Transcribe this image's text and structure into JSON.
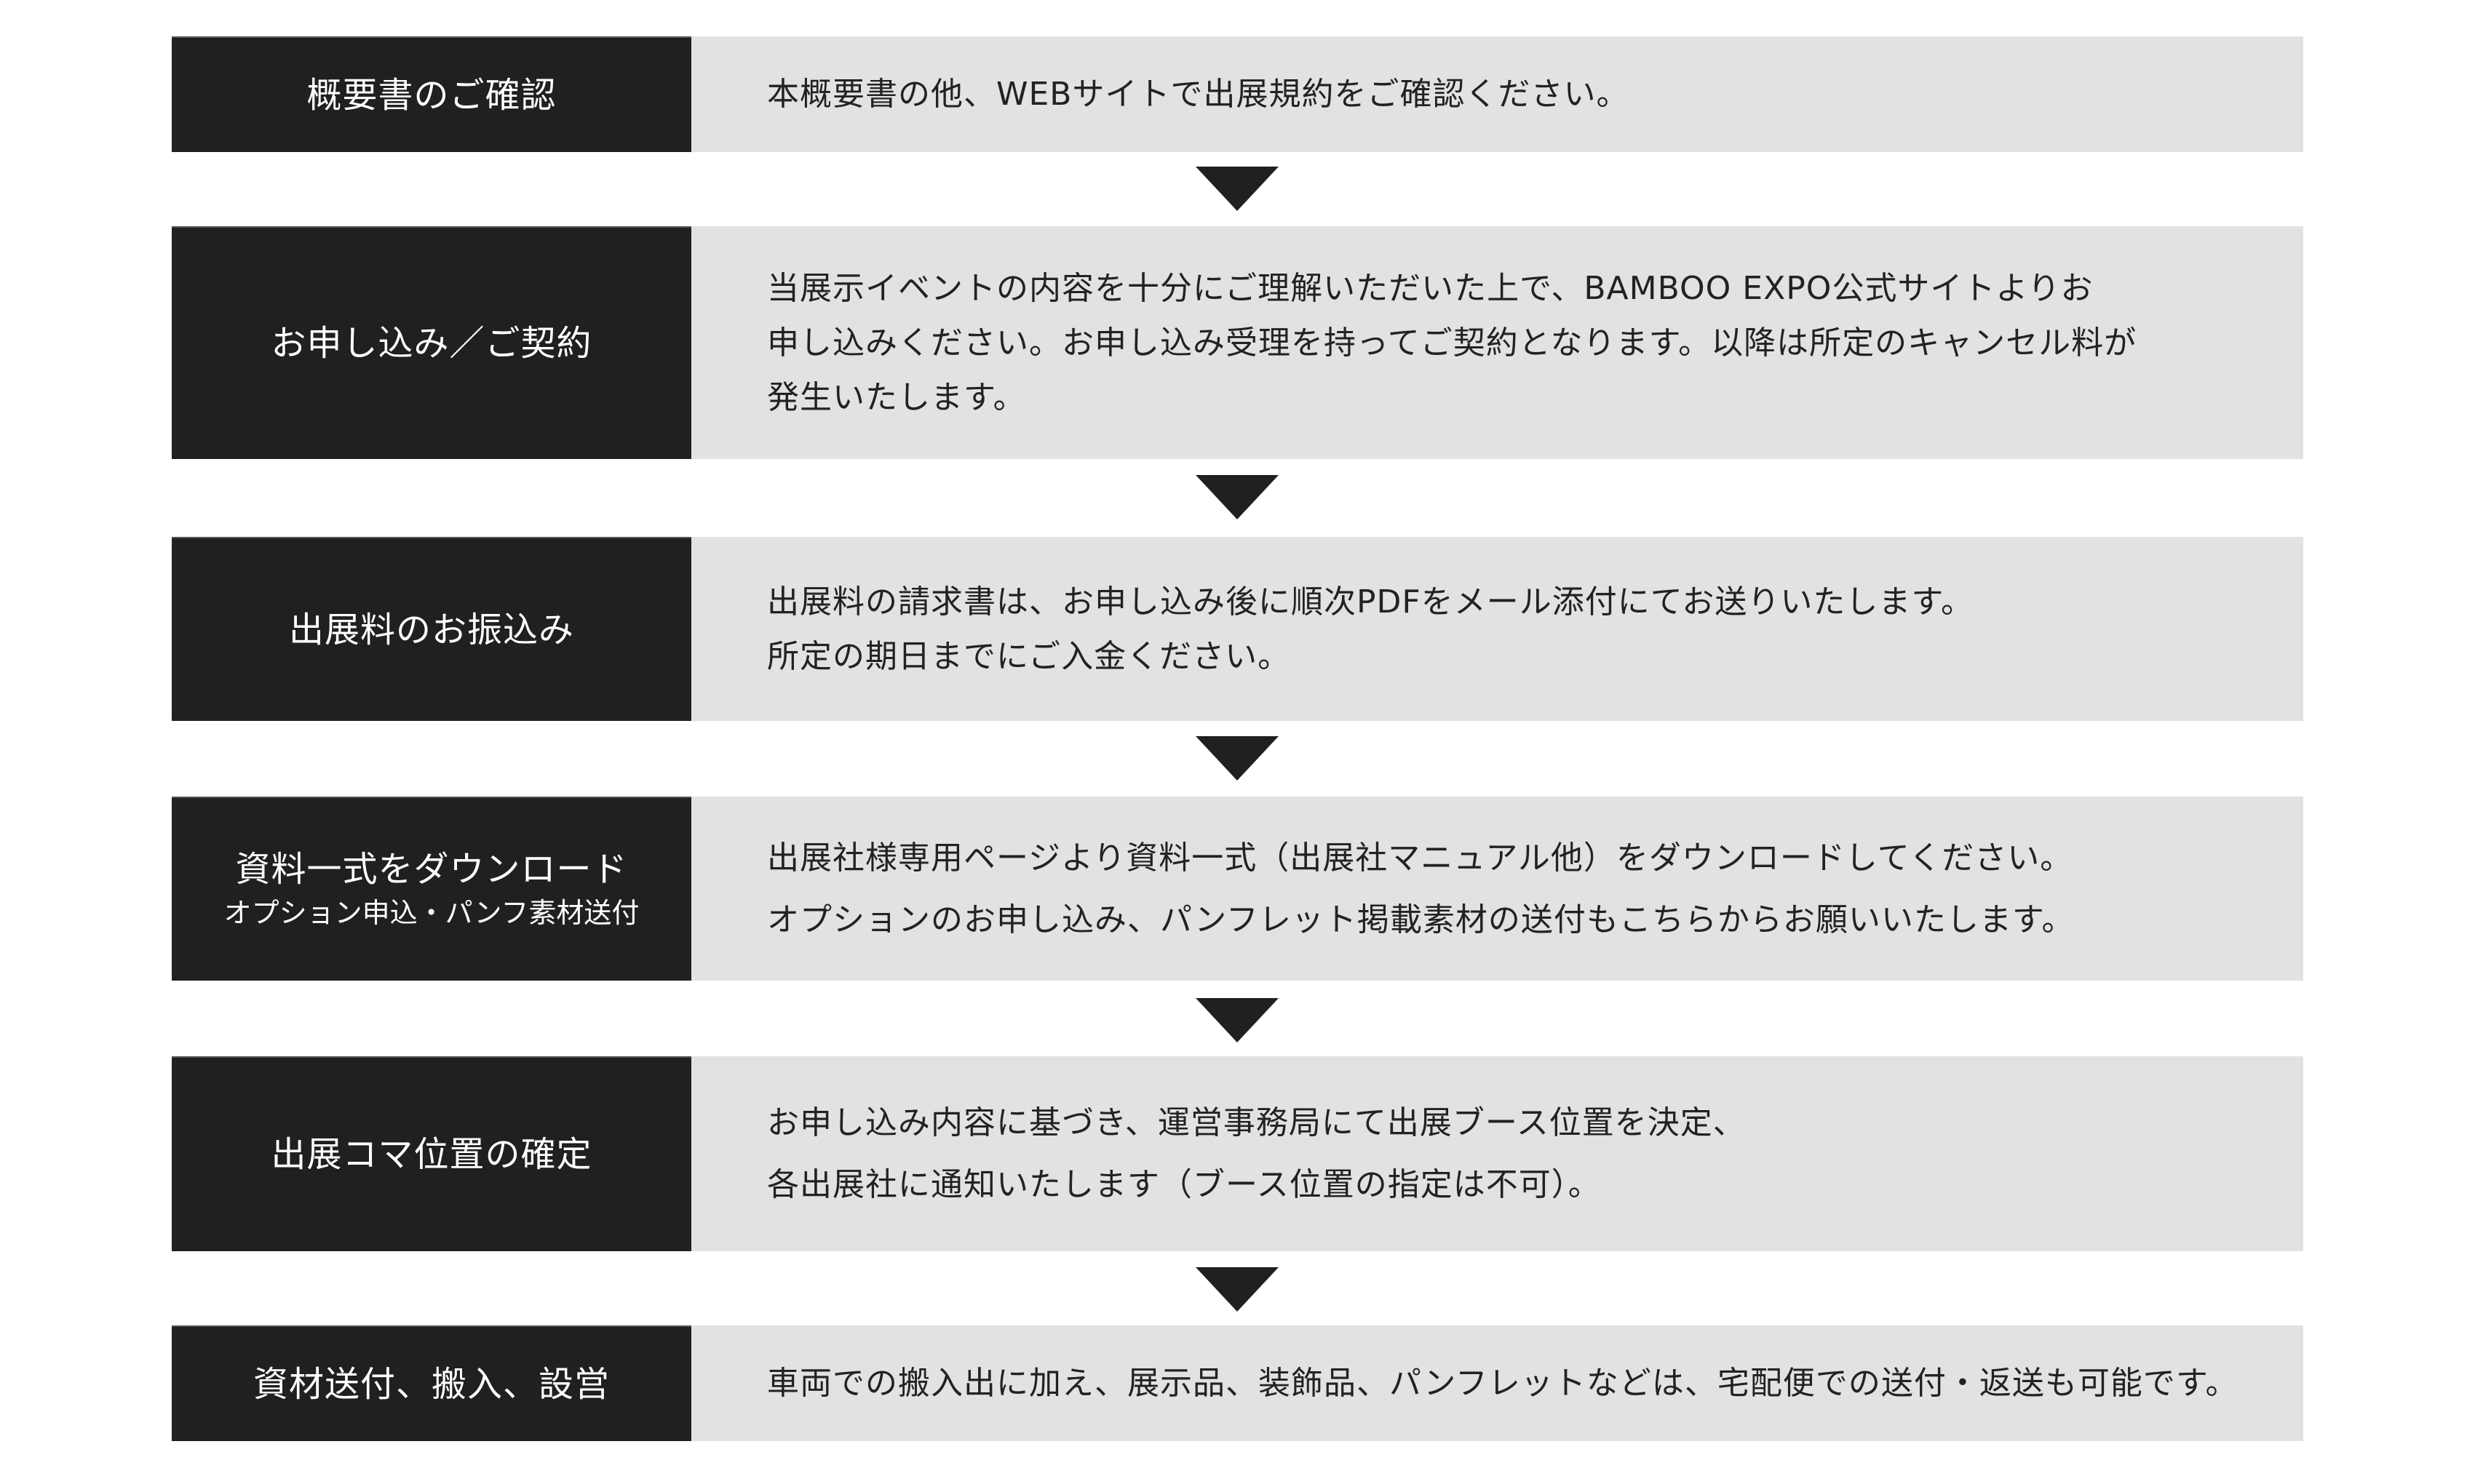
{
  "colors": {
    "label_bg": "#202020",
    "label_text": "#ffffff",
    "body_bg": "#e2e2e1",
    "body_text": "#222222",
    "arrow": "#202020"
  },
  "steps": [
    {
      "label": "概要書のご確認",
      "sublabel": "",
      "lines": [
        "本概要書の他、WEBサイトで出展規約をご確認ください。"
      ]
    },
    {
      "label": "お申し込み／ご契約",
      "sublabel": "",
      "lines": [
        "当展示イベントの内容を十分にご理解いただいた上で、BAMBOO EXPO公式サイトよりお",
        "申し込みください。お申し込み受理を持ってご契約となります。以降は所定のキャンセル料が",
        "発生いたします。"
      ]
    },
    {
      "label": "出展料のお振込み",
      "sublabel": "",
      "lines": [
        "出展料の請求書は、お申し込み後に順次PDFをメール添付にてお送りいたします。",
        "所定の期日までにご入金ください。"
      ]
    },
    {
      "label": "資料一式をダウンロード",
      "sublabel": "オプション申込・パンフ素材送付",
      "lines": [
        "出展社様専用ページより資料一式（出展社マニュアル他）をダウンロードしてください。",
        "オプションのお申し込み、パンフレット掲載素材の送付もこちらからお願いいたします。"
      ]
    },
    {
      "label": "出展コマ位置の確定",
      "sublabel": "",
      "lines": [
        "お申し込み内容に基づき、運営事務局にて出展ブース位置を決定、",
        "各出展社に通知いたします（ブース位置の指定は不可）。"
      ]
    },
    {
      "label": "資材送付、搬入、設営",
      "sublabel": "",
      "lines": [
        "車両での搬入出に加え、展示品、装飾品、パンフレットなどは、宅配便での送付・返送も可能です。"
      ]
    }
  ],
  "arrow_icon": "down-triangle"
}
